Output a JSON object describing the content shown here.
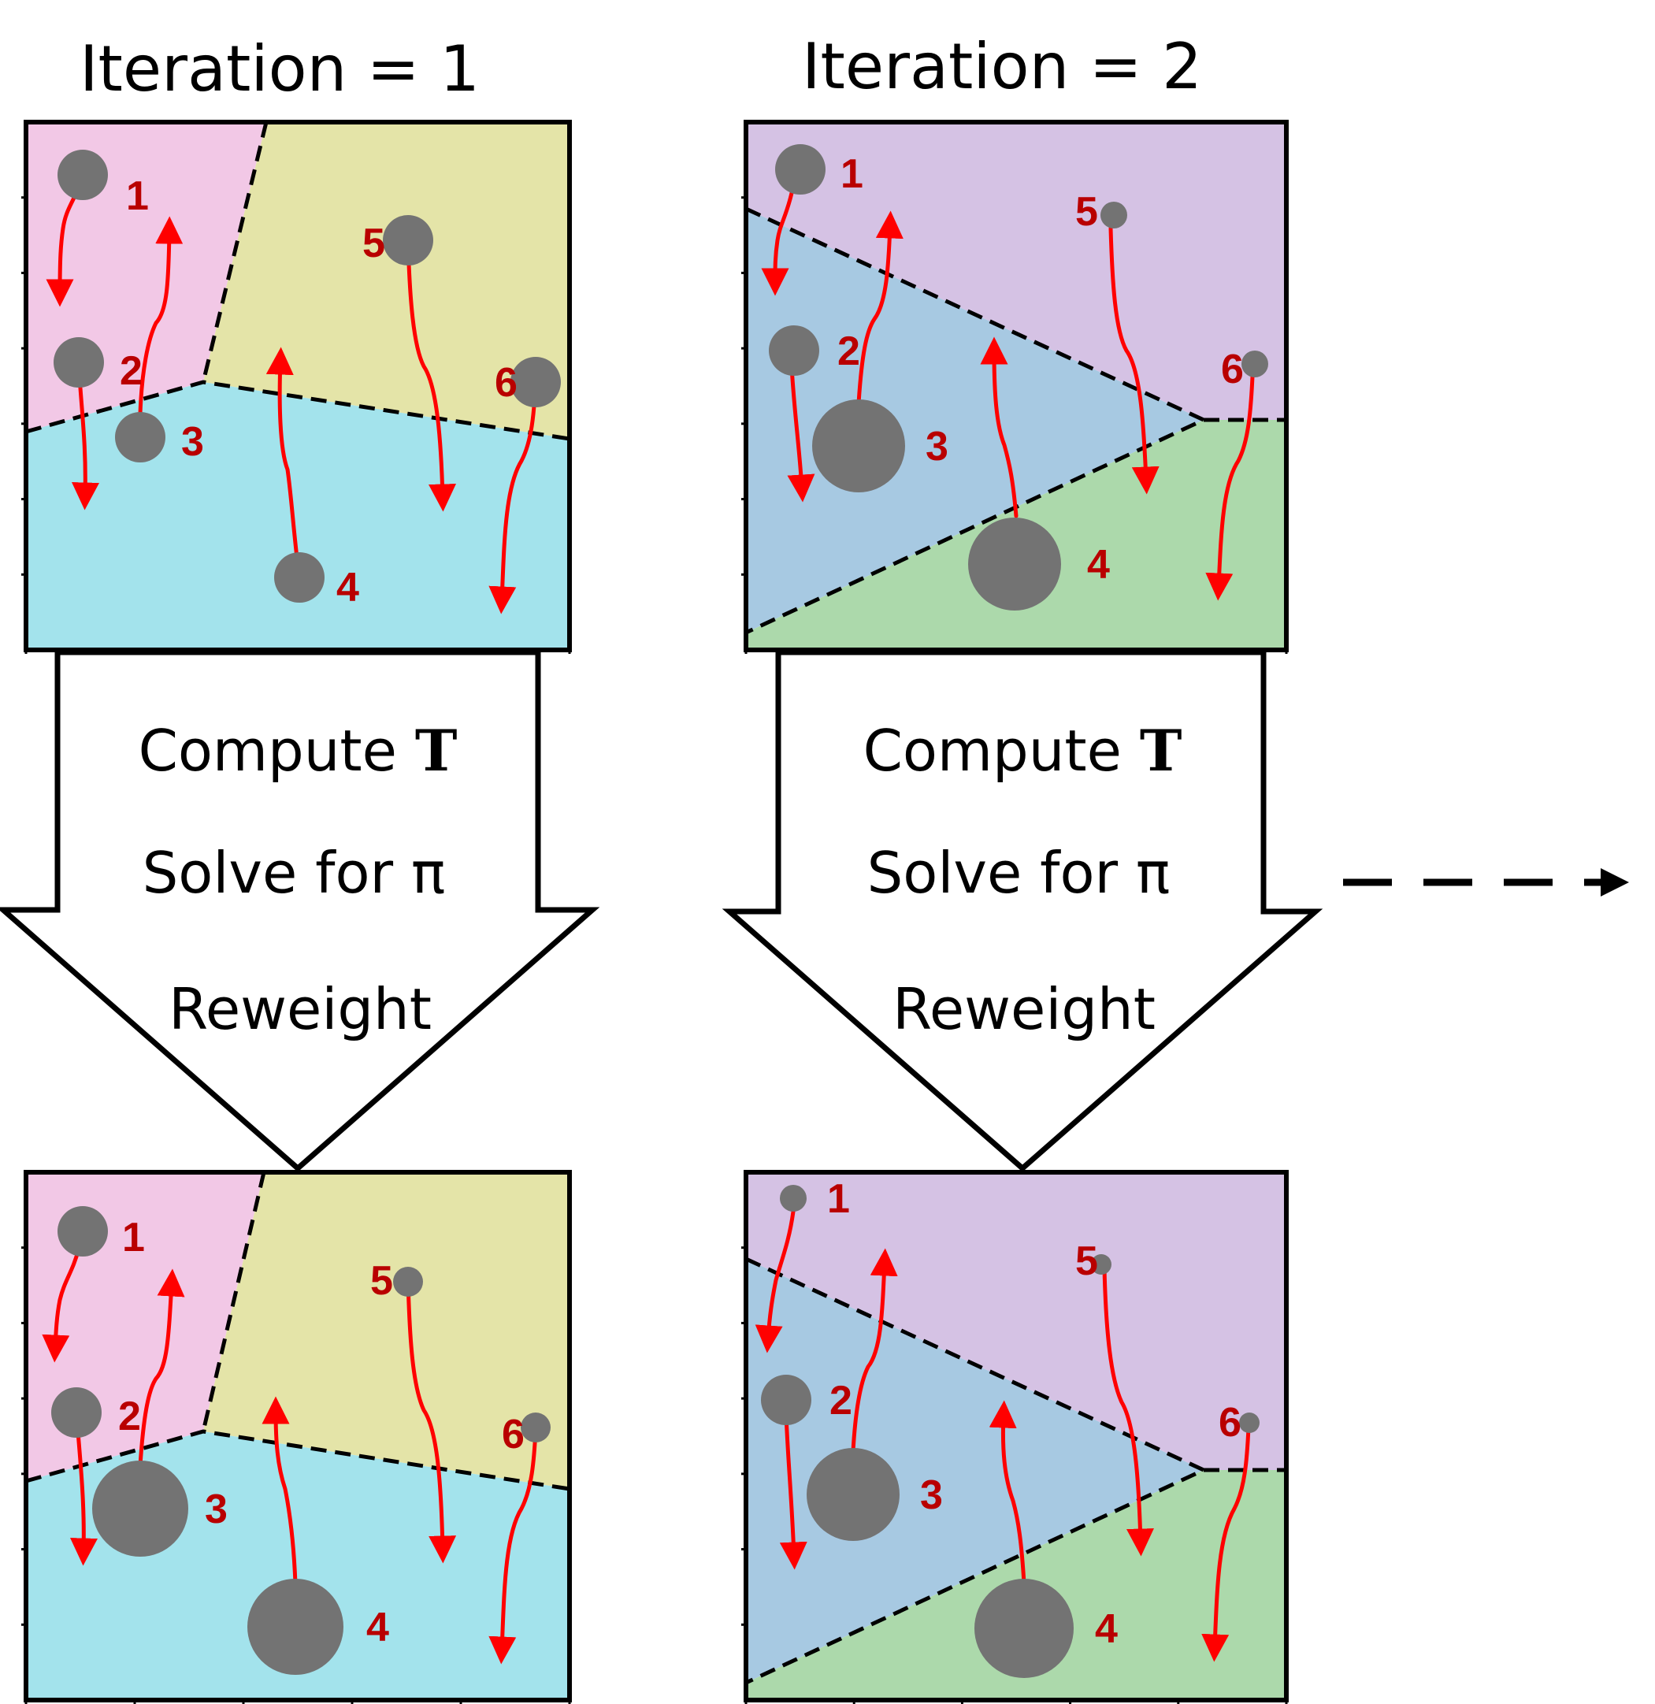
{
  "columns": [
    {
      "title": "Iteration = 1",
      "partition": "p1",
      "steps": [
        {
          "text": "Compute ",
          "bold": "T"
        },
        {
          "text": "Solve for π"
        },
        {
          "text": "Reweight"
        }
      ],
      "panels": [
        {
          "walkers": [
            {
              "id": "1",
              "weight": 0.75
            },
            {
              "id": "2",
              "weight": 0.75
            },
            {
              "id": "3",
              "weight": 0.75
            },
            {
              "id": "4",
              "weight": 0.75
            },
            {
              "id": "5",
              "weight": 0.75
            },
            {
              "id": "6",
              "weight": 0.75
            }
          ]
        },
        {
          "walkers": [
            {
              "id": "1",
              "weight": 0.75
            },
            {
              "id": "2",
              "weight": 0.75
            },
            {
              "id": "3",
              "weight": 1.45
            },
            {
              "id": "4",
              "weight": 1.45
            },
            {
              "id": "5",
              "weight": 0.45
            },
            {
              "id": "6",
              "weight": 0.45
            }
          ]
        }
      ]
    },
    {
      "title": "Iteration = 2",
      "partition": "p2",
      "steps": [
        {
          "text": "Compute ",
          "bold": "T"
        },
        {
          "text": "Solve for π"
        },
        {
          "text": "Reweight"
        }
      ],
      "panels": [
        {
          "walkers": [
            {
              "id": "1",
              "weight": 0.75
            },
            {
              "id": "2",
              "weight": 0.75
            },
            {
              "id": "3",
              "weight": 1.4
            },
            {
              "id": "4",
              "weight": 1.4
            },
            {
              "id": "5",
              "weight": 0.4
            },
            {
              "id": "6",
              "weight": 0.4
            }
          ]
        },
        {
          "walkers": [
            {
              "id": "1",
              "weight": 0.4
            },
            {
              "id": "2",
              "weight": 0.75
            },
            {
              "id": "3",
              "weight": 1.4
            },
            {
              "id": "4",
              "weight": 1.5
            },
            {
              "id": "5",
              "weight": 0.3
            },
            {
              "id": "6",
              "weight": 0.3
            }
          ]
        }
      ]
    }
  ],
  "colors": {
    "p1_region_a": "#f2c8e6",
    "p1_region_b": "#e4e4a8",
    "p1_region_c": "#a3e3ec",
    "p2_region_a": "#d5c2e4",
    "p2_region_b": "#a7c9e2",
    "p2_region_c": "#acd9ab",
    "walker": "#737373",
    "trajectory": "#ff0000",
    "label": "#b90000"
  },
  "icons": {
    "arrow": "block-down-arrow",
    "continue": "dashed-right-arrow"
  }
}
